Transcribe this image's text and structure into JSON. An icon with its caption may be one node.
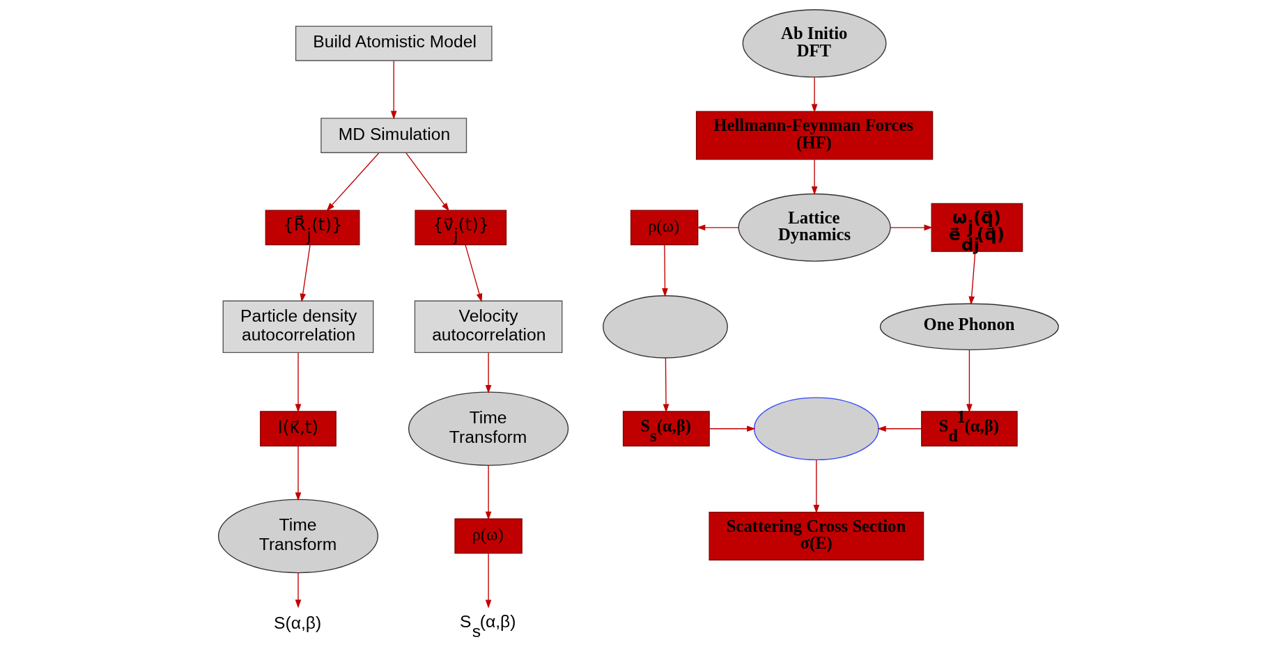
{
  "diagram": {
    "nodes": [
      {
        "text": [
          "Build Atomistic Model"
        ]
      },
      {
        "text": [
          "MD Simulation"
        ]
      },
      {
        "text": [
          "{R⃗$_{j}$(t)}"
        ]
      },
      {
        "text": [
          "{v⃗$_{j}$(t)}"
        ]
      },
      {
        "text": [
          "Particle density autocorrelation"
        ]
      },
      {
        "text": [
          "Velocity autocorrelation"
        ]
      },
      {
        "text": [
          "I(κ⃗,t)"
        ]
      },
      {
        "text": [
          "Time Transform"
        ]
      },
      {
        "text": [
          "Time Transform"
        ]
      },
      {
        "text": [
          "ρ(ω)"
        ]
      },
      {
        "text": [
          "S(α,β)"
        ]
      },
      {
        "text": [
          "S$_{s}$(α,β)"
        ]
      },
      {
        "text": [
          "Ab Initio DFT"
        ]
      },
      {
        "text": [
          "Hellmann-Feynman Forces (HF)"
        ]
      },
      {
        "text": [
          "ρ(ω)"
        ]
      },
      {
        "text": [
          "Lattice Dynamics"
        ]
      },
      {
        "text": [
          "ω$_{j}$(q⃗)",
          "e⃗$_{dj}$(q⃗)"
        ]
      },
      {
        "text": [],
        "shape": "ellipse"
      },
      {
        "text": [
          "One Phonon"
        ]
      },
      {
        "text": [
          "S$_{s}$(α,β)"
        ]
      },
      {
        "text": [],
        "shape": "ellipse"
      },
      {
        "text": [
          "S$_{d}$$^{1}$(α,β)"
        ]
      },
      {
        "text": [
          "Scattering Cross Section",
          "σ(E)"
        ]
      }
    ],
    "edges": [
      {
        "from": 0,
        "to": 1,
        "arrow": "to"
      },
      {
        "from": 1,
        "to": 2,
        "arrow": "to"
      },
      {
        "from": 1,
        "to": 3,
        "arrow": "to"
      },
      {
        "from": 2,
        "to": 4,
        "arrow": "to"
      },
      {
        "from": 3,
        "to": 5,
        "arrow": "to"
      },
      {
        "from": 4,
        "to": 6,
        "arrow": "to"
      },
      {
        "from": 5,
        "to": 8,
        "arrow": "to"
      },
      {
        "from": 6,
        "to": 7,
        "arrow": "to"
      },
      {
        "from": 8,
        "to": 9,
        "arrow": "to"
      },
      {
        "from": 7,
        "to": 10,
        "arrow": "to"
      },
      {
        "from": 9,
        "to": 11,
        "arrow": "to"
      },
      {
        "from": 12,
        "to": 13,
        "arrow": "to"
      },
      {
        "from": 13,
        "to": 15,
        "arrow": "to"
      },
      {
        "from": 15,
        "to": 14,
        "arrow": "to"
      },
      {
        "from": 15,
        "to": 16,
        "arrow": "to"
      },
      {
        "from": 14,
        "to": 17,
        "arrow": "to"
      },
      {
        "from": 16,
        "to": 18,
        "arrow": "to"
      },
      {
        "from": 17,
        "to": 19,
        "arrow": "to"
      },
      {
        "from": 18,
        "to": 21,
        "arrow": "to"
      },
      {
        "from": 19,
        "to": 20,
        "arrow": "to"
      },
      {
        "from": 21,
        "to": 20,
        "arrow": "to"
      },
      {
        "from": 20,
        "to": 22,
        "arrow": "to"
      }
    ]
  }
}
